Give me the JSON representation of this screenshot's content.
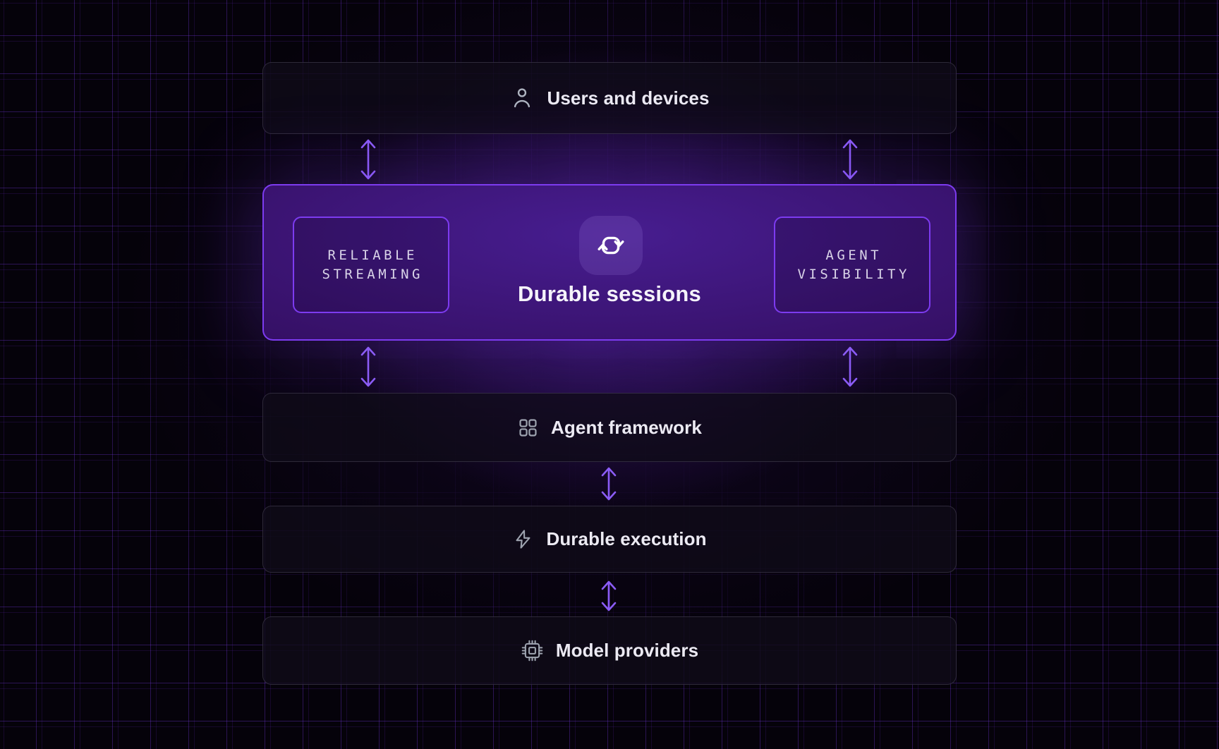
{
  "stack": {
    "users": {
      "label": "Users and devices",
      "icon": "user-icon"
    },
    "sessions": {
      "title": "Durable sessions",
      "icon": "sync-icon",
      "tags": [
        {
          "lines": [
            "RELIABLE",
            "STREAMING"
          ]
        },
        {
          "lines": [
            "AGENT",
            "VISIBILITY"
          ]
        }
      ]
    },
    "framework": {
      "label": "Agent framework",
      "icon": "grid-icon"
    },
    "execution": {
      "label": "Durable execution",
      "icon": "zap-icon"
    },
    "providers": {
      "label": "Model providers",
      "icon": "chip-icon"
    }
  },
  "colors": {
    "background": "#05020a",
    "grid_line": "#7c3aed",
    "accent_border": "#7d3bf0",
    "arrow": "#8b5cf6",
    "glow": "#6d28d9",
    "box_background": "#100b18",
    "label_text": "#eceaf3",
    "mono_text": "#d9d3e8",
    "icon_gray": "#9ea4b0"
  }
}
